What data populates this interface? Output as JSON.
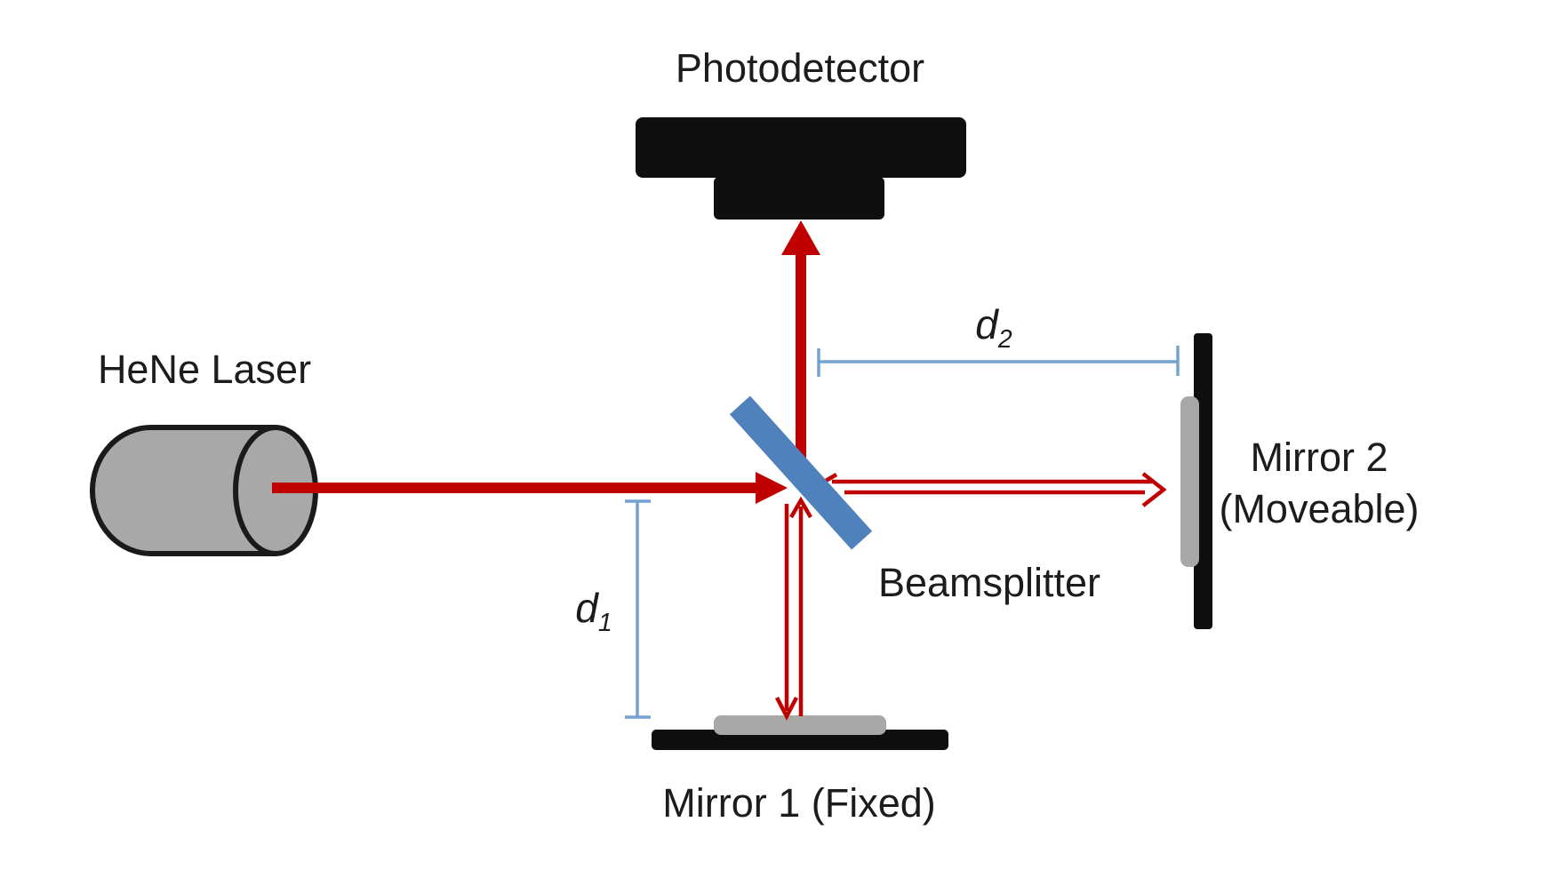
{
  "diagram": {
    "kind": "Michelson interferometer optical schematic",
    "labels": {
      "photodetector": "Photodetector",
      "laser": "HeNe Laser",
      "beamsplitter": "Beamsplitter",
      "mirror1": "Mirror 1 (Fixed)",
      "mirror2": {
        "line1": "Mirror 2",
        "line2": "(Moveable)"
      },
      "d1": {
        "base": "d",
        "sub": "1"
      },
      "d2": {
        "base": "d",
        "sub": "2"
      }
    },
    "colors": {
      "beam": "#c00000",
      "beamsplitter": "#4f81bd",
      "dimension_line": "#74a2d2",
      "device_black": "#0f0f0f",
      "metal_gray": "#a8a8a8",
      "outline_black": "#1a1a1a",
      "background": "#ffffff"
    }
  }
}
